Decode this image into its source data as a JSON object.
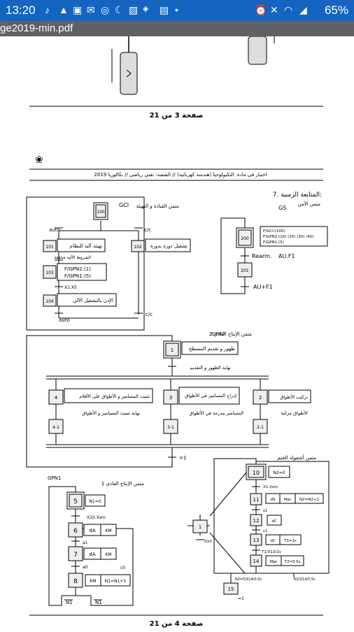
{
  "status": {
    "time": "13:20",
    "battery": "65%",
    "icons": [
      "music-note-icon",
      "fire-icon",
      "image-icon",
      "mail-icon",
      "instagram-icon",
      "moon-icon",
      "gallery-icon",
      "data-saver-icon",
      "file-icon",
      "alarm-icon",
      "mute-icon",
      "wifi-icon",
      "signal-icon"
    ]
  },
  "app": {
    "filename": "ge2019-min.pdf"
  },
  "page3": {
    "footer": "صفحة 3 من 21"
  },
  "page4": {
    "header": "اختبار في مادة: التكنولوجيا (هندسة كهربائية) // الشعبة: تقني رياضي // بكالوريا 2019",
    "section": "7. المتابعة الزمنية:",
    "footer": "صفحة 4 من 21",
    "gci": {
      "title": "متمن القيادة و التهيئة",
      "code": "GCI",
      "init": "100",
      "s101": "101",
      "a101": "تهيئة آلية للنظام",
      "t_auto": "auto",
      "cond_init": "الشروط الآلية محققة",
      "s102": "102",
      "a102": "تشغيل دورة بدورة",
      "t_cpc": "c/c",
      "s103": "103",
      "a103_1": "F/GPN2:(1)",
      "a103_2": "F/GPN1:(5)",
      "t_x1x5": "X1.X5",
      "s104": "104",
      "a104": "الإذن بالتشغيل الآلي",
      "t_nauto": "auto",
      "t_ncc": "c/c"
    },
    "gs": {
      "title": "متمن الأمن",
      "code": "GS",
      "s200": "200",
      "a1": "F/GCI:(100)",
      "a2": "F/GPN2:(10) (20) (30) (40)",
      "a3": "F/GPN1:(5)",
      "t1": "Rearm.",
      "t1b": "AU.F1",
      "s201": "201",
      "t2": "AU+F1"
    },
    "gpn2": {
      "title": "متمن الإنتاج العادي 2",
      "code": "GPN2",
      "s1": "1",
      "a1": "ظهور و تقديم المسطح",
      "t1": "نهاية الظهور و التقديم",
      "s4": "4",
      "a4": "تثبيت المسامير و الأطواق على الأقلام",
      "s3": "3",
      "a3": "إدراج المسامير في الأطواق",
      "s2": "2",
      "a2": "تركيب الأطواق",
      "r4": "نهاية تثبيت المسامير و الأطواق",
      "r3": "المسامير مدرجة في الأطواق",
      "r2": "الأطواق مركبة",
      "s41": "4-1",
      "s31": "3-1",
      "s21": "2-1",
      "tend": "=1"
    },
    "gpn1": {
      "title": "متمن الإنتاج العادي 1",
      "code": "GPN1",
      "s5": "5",
      "a5": "N1=0",
      "t5": "X10.Xsm",
      "s6": "6",
      "a6a": "dA",
      "a6b": "KM",
      "t6": "a1",
      "s7": "7",
      "a7a": "dA",
      "a7b": "KM",
      "t7": "a0",
      "s8": "8",
      "a8a": "KM",
      "a8b": "N1=N1+1",
      "t8": "c0",
      "t9": "N1",
      "t10": "N1"
    },
    "gsm": {
      "title": "متمن أشغولة الختم",
      "s10": "10",
      "a10": "N2=0",
      "t10": "X1.Xsm",
      "s11": "11",
      "a11a": "dS",
      "a11b": "Mpr",
      "a11c": "N2=N2+1",
      "t11": "s1",
      "s12": "12",
      "a12": "dC",
      "t12": "c1",
      "s13": "13",
      "a13a": "dC",
      "a13b": "T1=1s",
      "t13": "T1/X13/1s",
      "s14": "14",
      "a14a": "Mpr",
      "a14b": "T2=0.5s",
      "t14a": "N2=5/X14/0.5s",
      "t14b": "N2/X14/0.5s",
      "s15": "15",
      "t15": "=1",
      "sx1": "1",
      "tx1": "X10"
    }
  }
}
